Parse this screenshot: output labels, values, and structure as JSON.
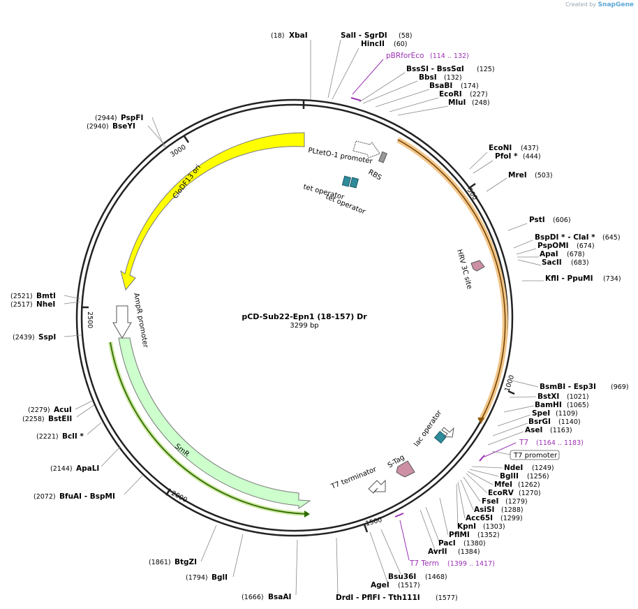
{
  "branding": {
    "created_by": "Created by",
    "product": "SnapGene"
  },
  "plasmid": {
    "name": "pCD-Sub22-Epn1 (18-157) Dr",
    "length_label": "3299 bp"
  },
  "ticks": {
    "t500": "500",
    "t1000": "1000",
    "t1500": "1500",
    "t2000": "2000",
    "t2500": "2500",
    "t3000": "3000"
  },
  "features": {
    "cloDF13": "CloDF13 ori",
    "pltet": "PLtetO-1 promoter",
    "rbs": "RBS",
    "tetop1": "tet operator",
    "tetop2": "tet operator",
    "hrv": "HRV 3C site",
    "lacop": "lac operator",
    "stag": "S-Tag",
    "t7term": "T7 terminator",
    "smr": "SmR",
    "ampr": "AmpR promoter",
    "t7prom": "T7 promoter"
  },
  "primers": {
    "pbr": {
      "name": "pBRforEco",
      "range": "(114 .. 132)"
    },
    "t7": {
      "name": "T7",
      "range": "(1164 .. 1183)"
    },
    "t7term": {
      "name": "T7 Term",
      "range": "(1399 .. 1417)"
    }
  },
  "sites": {
    "xbai": {
      "name": "XbaI",
      "pos": "(18)"
    },
    "sali": {
      "name": "SalI  - SgrDI",
      "pos": "(58)"
    },
    "hincii": {
      "name": "HincII",
      "pos": "(60)"
    },
    "bsssi": {
      "name": "BssSI  - BssSαI",
      "pos": "(125)"
    },
    "bbsi": {
      "name": "BbsI",
      "pos": "(132)"
    },
    "bsabi": {
      "name": "BsaBI",
      "pos": "(174)"
    },
    "ecori": {
      "name": "EcoRI",
      "pos": "(227)"
    },
    "mlui": {
      "name": "MluI",
      "pos": "(248)"
    },
    "econi": {
      "name": "EcoNI",
      "pos": "(437)"
    },
    "pfoi": {
      "name": "PfoI *",
      "pos": "(444)"
    },
    "mrei": {
      "name": "MreI",
      "pos": "(503)"
    },
    "psti": {
      "name": "PstI",
      "pos": "(606)"
    },
    "bspdi": {
      "name": "BspDI *  - ClaI *",
      "pos": "(645)"
    },
    "pspomi": {
      "name": "PspOMI",
      "pos": "(674)"
    },
    "apai": {
      "name": "ApaI",
      "pos": "(678)"
    },
    "sacii": {
      "name": "SacII",
      "pos": "(683)"
    },
    "kfli": {
      "name": "KflI  - PpuMI",
      "pos": "(734)"
    },
    "bsmbi": {
      "name": "BsmBI   - Esp3I",
      "pos": "(969)"
    },
    "bstxi": {
      "name": "BstXI",
      "pos": "(1021)"
    },
    "bamhi": {
      "name": "BamHI",
      "pos": "(1065)"
    },
    "spei": {
      "name": "SpeI",
      "pos": "(1109)"
    },
    "bsrgi": {
      "name": "BsrGI",
      "pos": "(1140)"
    },
    "asei": {
      "name": "AseI",
      "pos": "(1163)"
    },
    "ndei": {
      "name": "NdeI",
      "pos": "(1249)"
    },
    "bglii": {
      "name": "BglII",
      "pos": "(1256)"
    },
    "mfei": {
      "name": "MfeI",
      "pos": "(1262)"
    },
    "ecorv": {
      "name": "EcoRV",
      "pos": "(1270)"
    },
    "fsei": {
      "name": "FseI",
      "pos": "(1279)"
    },
    "asisi": {
      "name": "AsiSI",
      "pos": "(1288)"
    },
    "acc65i": {
      "name": "Acc65I",
      "pos": "(1299)"
    },
    "kpni": {
      "name": "KpnI",
      "pos": "(1303)"
    },
    "pflmi": {
      "name": "PflMI",
      "pos": "(1352)"
    },
    "paci": {
      "name": "PacI",
      "pos": "(1380)"
    },
    "avrii": {
      "name": "AvrII",
      "pos": "(1384)"
    },
    "bsu36i": {
      "name": "Bsu36I",
      "pos": "(1468)"
    },
    "agei": {
      "name": "AgeI",
      "pos": "(1517)"
    },
    "drdi": {
      "name": "DrdI  - PflFI  - Tth111I",
      "pos": "(1577)"
    },
    "bsaai": {
      "name": "BsaAI",
      "pos": "(1666)"
    },
    "bgli": {
      "name": "BglI",
      "pos": "(1794)"
    },
    "btgzi": {
      "name": "BtgZI",
      "pos": "(1861)"
    },
    "bfuai": {
      "name": "BfuAI   - BspMI",
      "pos": "(2072)"
    },
    "apali": {
      "name": "ApaLI",
      "pos": "(2144)"
    },
    "bcli": {
      "name": "BclI *",
      "pos": "(2221)"
    },
    "bsteii": {
      "name": "BstEII",
      "pos": "(2258)"
    },
    "acui": {
      "name": "AcuI",
      "pos": "(2279)"
    },
    "sspi": {
      "name": "SspI",
      "pos": "(2439)"
    },
    "nhei": {
      "name": "NheI",
      "pos": "(2517)"
    },
    "bmti": {
      "name": "BmtI",
      "pos": "(2521)"
    },
    "bseyi": {
      "name": "BseYI",
      "pos": "(2940)"
    },
    "pspfi": {
      "name": "PspFI",
      "pos": "(2944)"
    }
  }
}
